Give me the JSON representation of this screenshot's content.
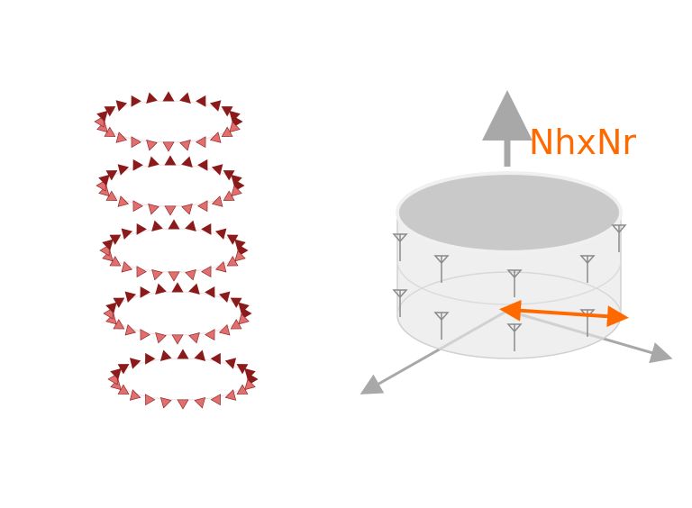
{
  "diagram": {
    "label": "NhxNr",
    "colors": {
      "ring_dark": "#8b1a1a",
      "ring_light": "#e07070",
      "axis": "#a8a8a8",
      "cylinder_top": "#c9c9c9",
      "cylinder_side": "#e6e6e6",
      "antenna": "#8a8a8a",
      "highlight": "#ff6a00"
    },
    "left_array": {
      "rings": 5,
      "elements_per_ring": 24
    },
    "right_array": {
      "icons": [
        "antenna-icon"
      ]
    }
  }
}
